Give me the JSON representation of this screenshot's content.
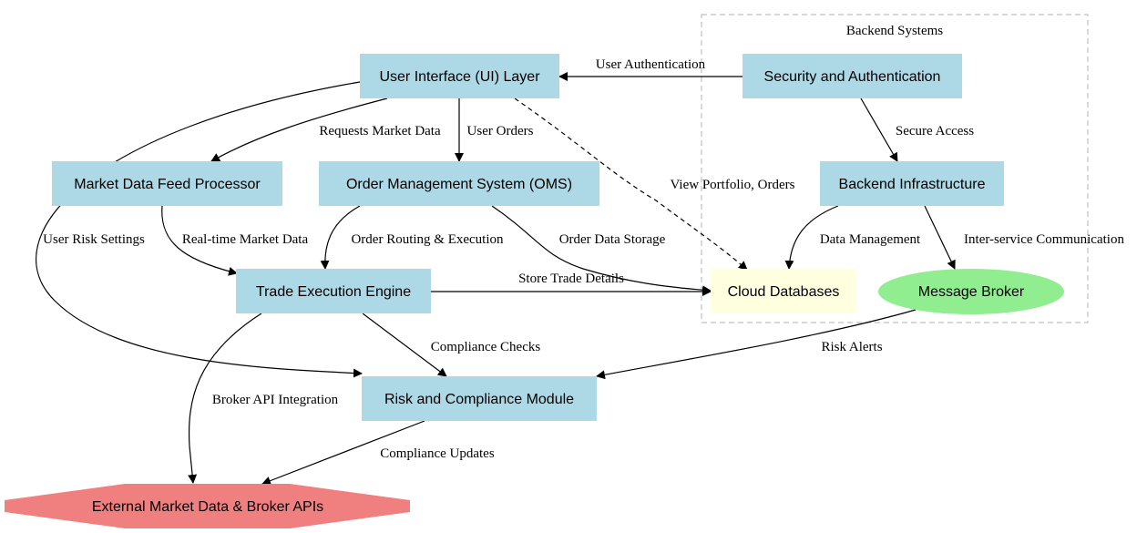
{
  "cluster": {
    "label": "Backend Systems"
  },
  "nodes": {
    "ui": {
      "label": "User Interface (UI) Layer",
      "color": "#add8e6"
    },
    "security": {
      "label": "Security and Authentication",
      "color": "#add8e6"
    },
    "market_feed": {
      "label": "Market Data Feed Processor",
      "color": "#add8e6"
    },
    "oms": {
      "label": "Order Management System (OMS)",
      "color": "#add8e6"
    },
    "backend": {
      "label": "Backend Infrastructure",
      "color": "#add8e6"
    },
    "trade_engine": {
      "label": "Trade Execution Engine",
      "color": "#add8e6"
    },
    "cloud_db": {
      "label": "Cloud Databases",
      "color": "#ffffe0"
    },
    "message_broker": {
      "label": "Message Broker",
      "color": "#90ee90"
    },
    "risk": {
      "label": "Risk and Compliance Module",
      "color": "#add8e6"
    },
    "external": {
      "label": "External Market Data & Broker APIs",
      "color": "#f08080"
    }
  },
  "edges": {
    "user_auth": "User Authentication",
    "requests_market_data": "Requests Market Data",
    "user_orders": "User Orders",
    "view_portfolio": "View Portfolio, Orders",
    "user_risk": "User Risk Settings",
    "secure_access": "Secure Access",
    "realtime_market": "Real-time Market Data",
    "order_routing": "Order Routing & Execution",
    "order_storage": "Order Data Storage",
    "data_mgmt": "Data Management",
    "inter_service": "Inter-service Communication",
    "store_trade": "Store Trade Details",
    "compliance_checks": "Compliance Checks",
    "risk_alerts": "Risk Alerts",
    "broker_api": "Broker API Integration",
    "compliance_updates": "Compliance Updates"
  }
}
